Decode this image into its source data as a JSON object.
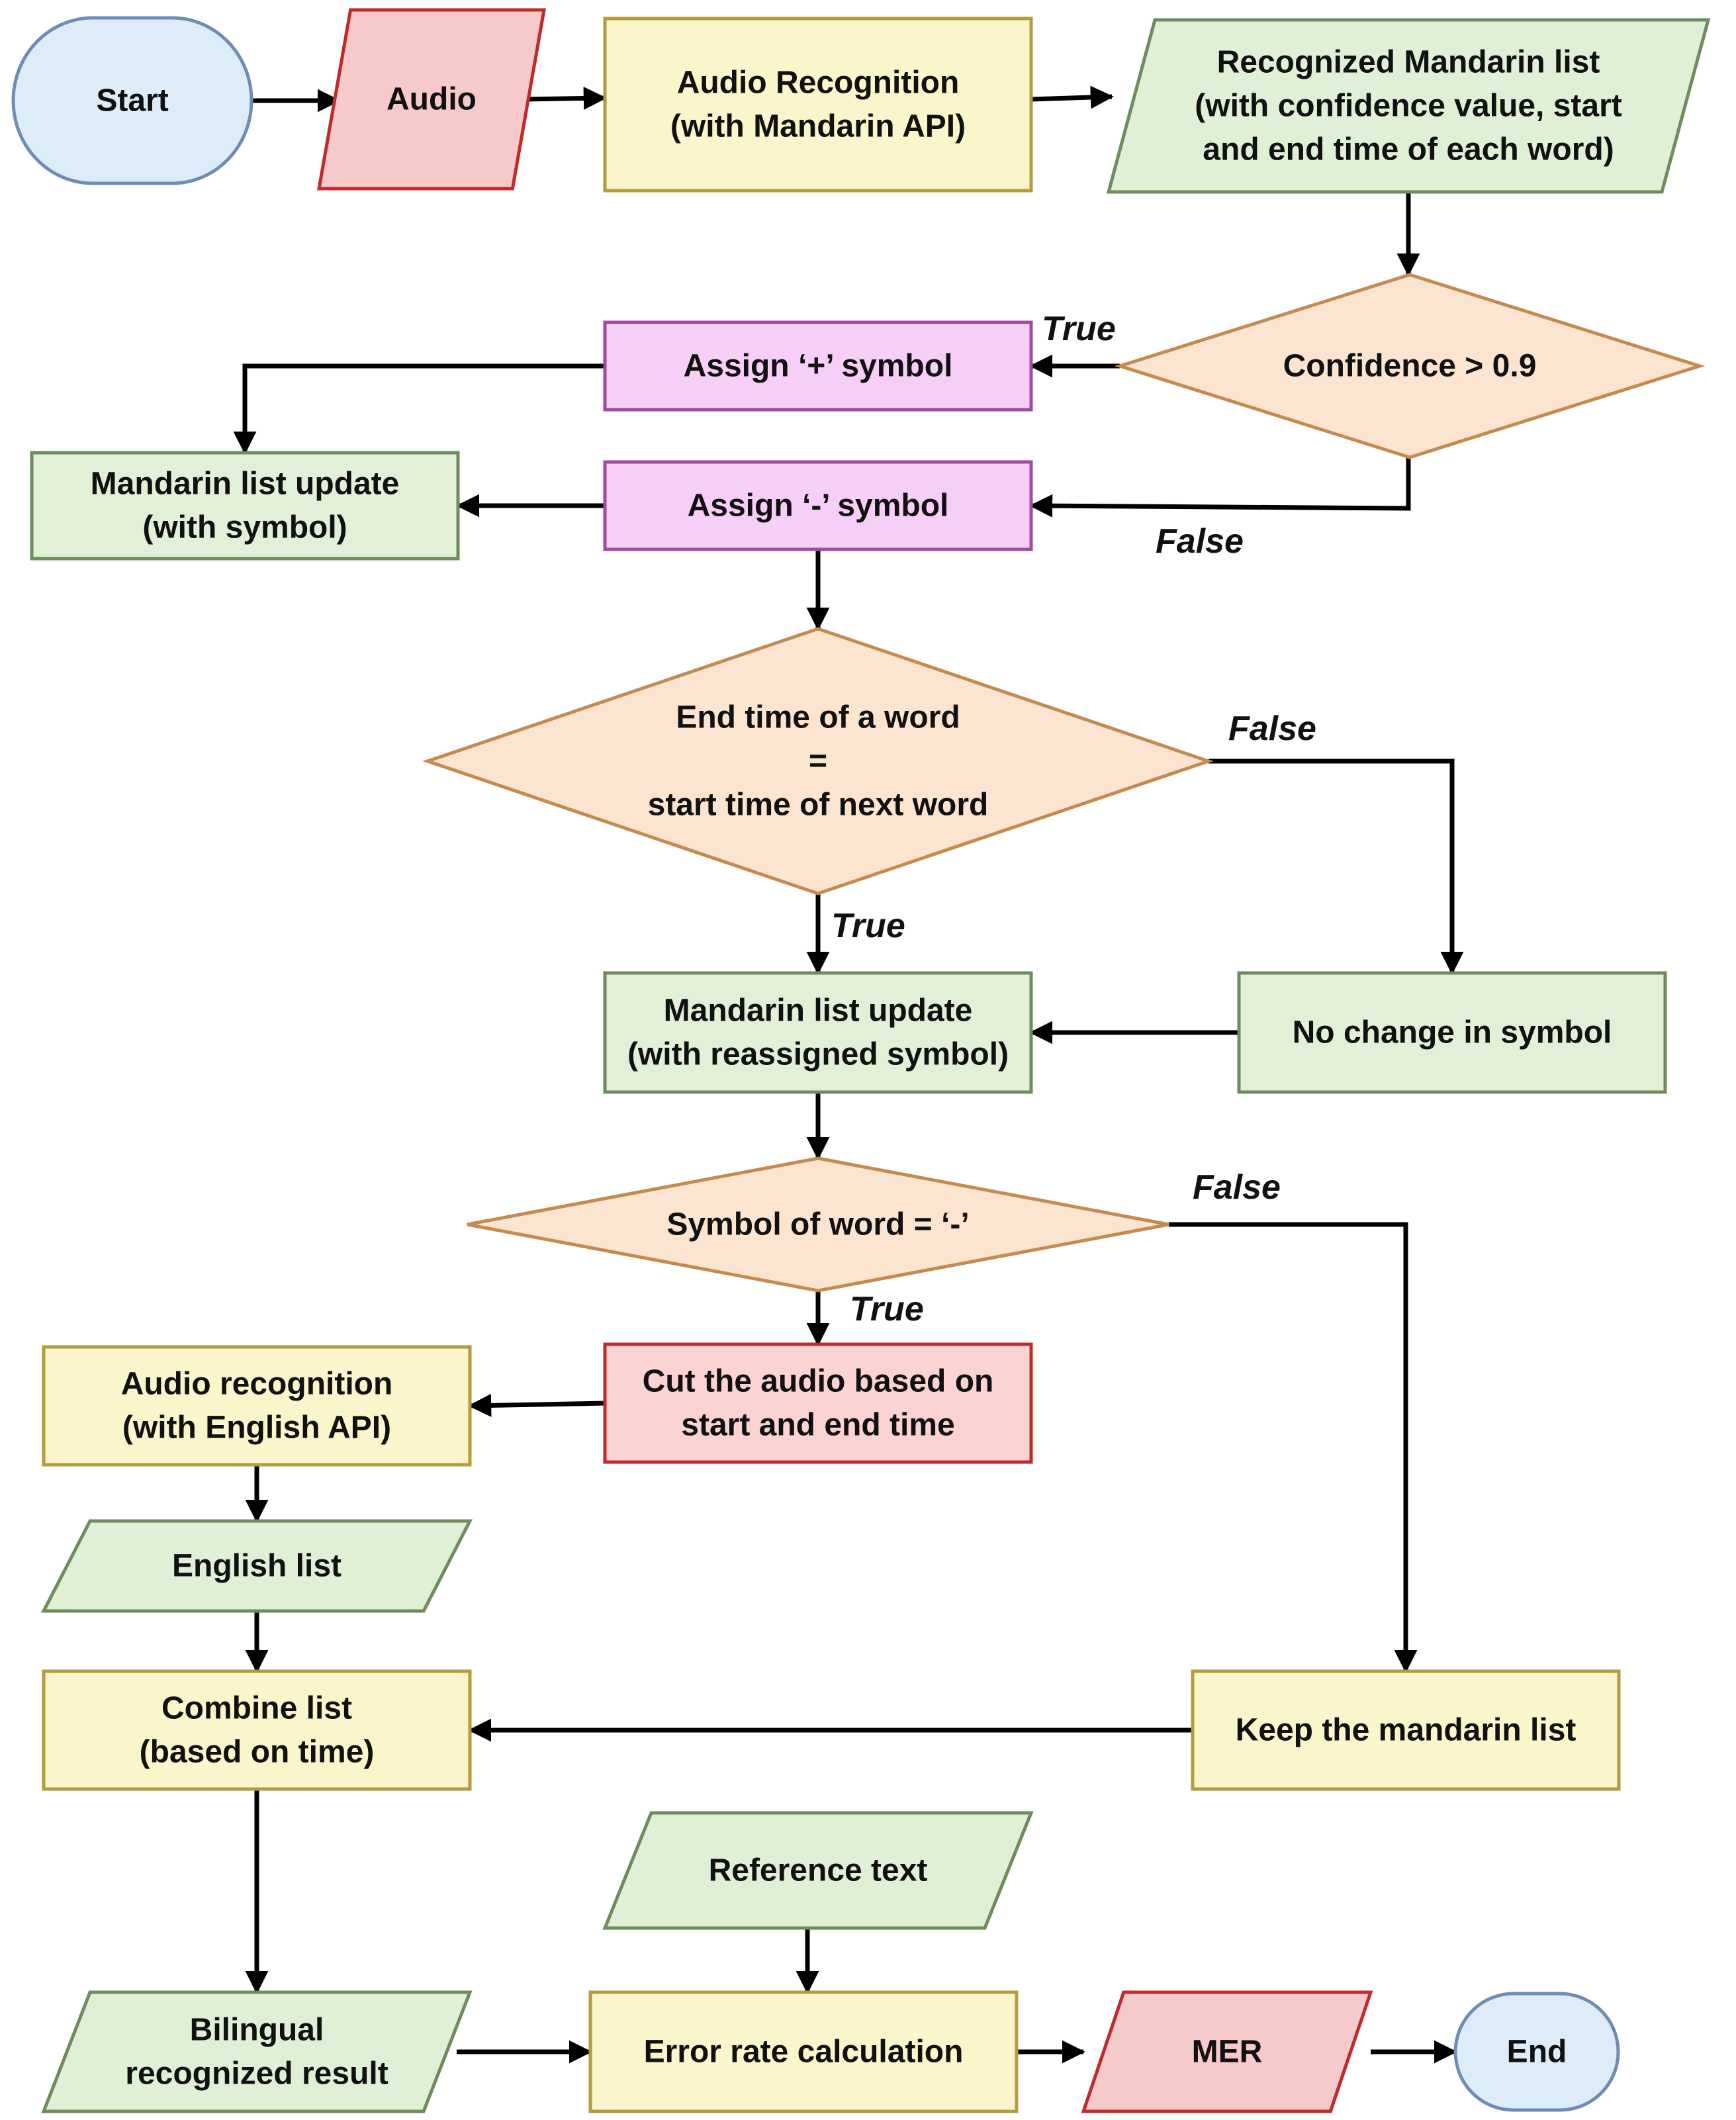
{
  "colors": {
    "terminal_fill": "#dcecf8",
    "terminal_stroke": "#6f8cb3",
    "io_red_fill": "#f6caca",
    "io_red_stroke": "#c02a2a",
    "process_yellow_fill": "#fbf5cb",
    "process_yellow_stroke": "#b39b3f",
    "io_green_fill": "#dff0d6",
    "io_green_stroke": "#6e8c5e",
    "decision_fill": "#fbe5d0",
    "decision_stroke": "#c48a4f",
    "process_pink_fill": "#f5cff5",
    "process_pink_stroke": "#a04aa0",
    "process_red_fill": "#fbd3d3",
    "process_red_stroke": "#c02a2a",
    "process_green_fill": "#e2f0d8",
    "process_green_stroke": "#6e8c5e",
    "connector": "#000000"
  },
  "nodes": {
    "start": {
      "lines": [
        "Start"
      ]
    },
    "audio": {
      "lines": [
        "Audio"
      ]
    },
    "audio_recognition_mandarin": {
      "lines": [
        "Audio Recognition",
        "(with Mandarin API)"
      ]
    },
    "recognized_mandarin_list": {
      "lines": [
        "Recognized Mandarin list",
        "(with confidence value, start",
        "and end time of each word)"
      ]
    },
    "confidence_check": {
      "lines": [
        "Confidence > 0.9"
      ]
    },
    "assign_plus": {
      "lines": [
        "Assign ‘+’ symbol"
      ]
    },
    "assign_minus": {
      "lines": [
        "Assign ‘-’ symbol"
      ]
    },
    "mandarin_list_update_symbol": {
      "lines": [
        "Mandarin list update",
        "(with symbol)"
      ]
    },
    "end_time_check": {
      "lines": [
        "End time of a word",
        "=",
        "start time of next word"
      ]
    },
    "mandarin_list_update_reassigned": {
      "lines": [
        "Mandarin list update",
        "(with reassigned symbol)"
      ]
    },
    "no_change_symbol": {
      "lines": [
        "No change in symbol"
      ]
    },
    "symbol_check": {
      "lines": [
        "Symbol of word = ‘-’"
      ]
    },
    "cut_audio": {
      "lines": [
        "Cut the audio based on",
        "start and end time"
      ]
    },
    "audio_recognition_english": {
      "lines": [
        "Audio recognition",
        "(with English API)"
      ]
    },
    "english_list": {
      "lines": [
        "English list"
      ]
    },
    "combine_list": {
      "lines": [
        "Combine list",
        "(based on time)"
      ]
    },
    "keep_mandarin_list": {
      "lines": [
        "Keep the mandarin list"
      ]
    },
    "reference_text": {
      "lines": [
        "Reference text"
      ]
    },
    "bilingual_result": {
      "lines": [
        "Bilingual",
        "recognized result"
      ]
    },
    "error_rate_calculation": {
      "lines": [
        "Error rate calculation"
      ]
    },
    "mer": {
      "lines": [
        "MER"
      ]
    },
    "end": {
      "lines": [
        "End"
      ]
    }
  },
  "labels": {
    "confidence_true": "True",
    "confidence_false": "False",
    "end_time_false": "False",
    "end_time_true": "True",
    "symbol_false": "False",
    "symbol_true": "True"
  }
}
